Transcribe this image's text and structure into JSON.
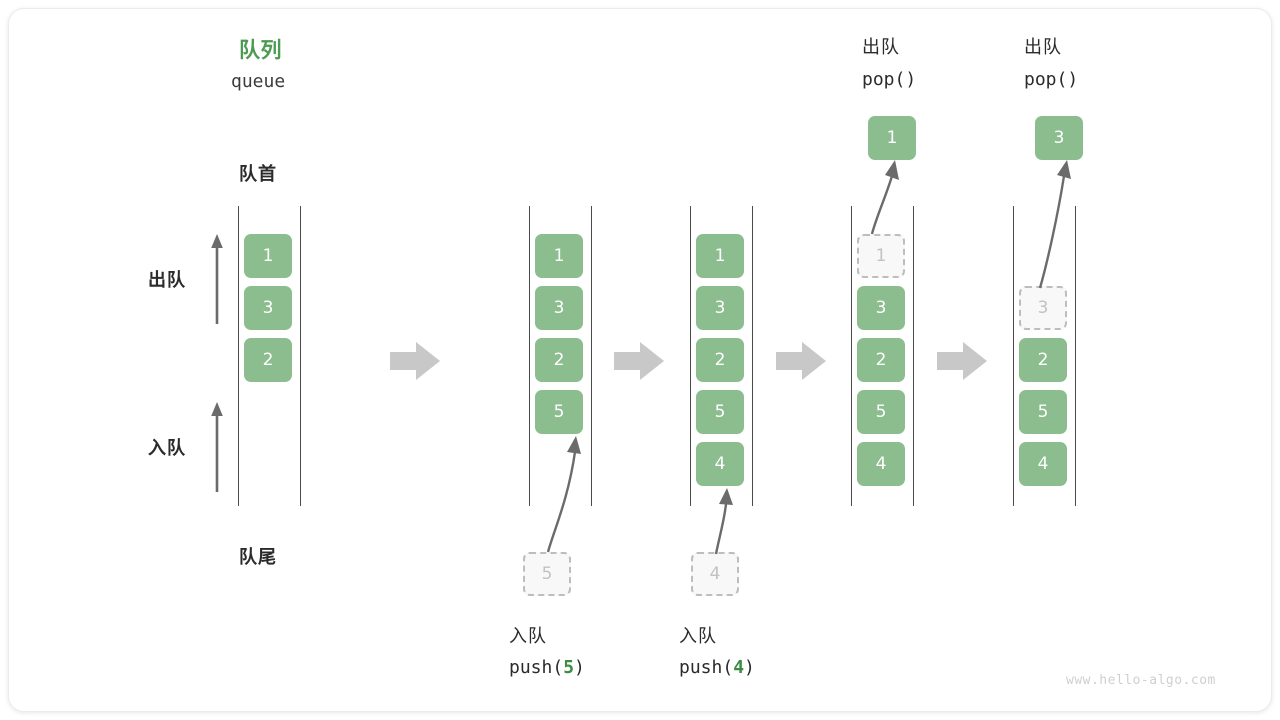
{
  "diagram": {
    "title_cn": "队列",
    "title_en": "queue",
    "front_label": "队首",
    "rear_label": "队尾",
    "dequeue_label": "出队",
    "enqueue_label": "入队",
    "watermark": "www.hello-algo.com",
    "accent_green": "#8cbd8f",
    "accent_dark_green": "#4d9a52",
    "ghost_gray": "#bdbdbd",
    "arrow_gray": "#c8c8c8"
  },
  "steps": [
    {
      "id": "initial",
      "cells": [
        "1",
        "3",
        "2"
      ],
      "ghost_in_queue": null,
      "incoming": null,
      "popped": null,
      "caption_cn": null,
      "caption_code": null,
      "caption_code_num": null,
      "op_cn": null,
      "op_code": null
    },
    {
      "id": "push-5",
      "cells": [
        "1",
        "3",
        "2",
        "5"
      ],
      "ghost_in_queue": null,
      "incoming": "5",
      "popped": null,
      "caption_cn": "入队",
      "caption_code_prefix": "push(",
      "caption_code_num": "5",
      "caption_code_suffix": ")"
    },
    {
      "id": "push-4",
      "cells": [
        "1",
        "3",
        "2",
        "5",
        "4"
      ],
      "ghost_in_queue": null,
      "incoming": "4",
      "popped": null,
      "caption_cn": "入队",
      "caption_code_prefix": "push(",
      "caption_code_num": "4",
      "caption_code_suffix": ")"
    },
    {
      "id": "pop-1",
      "cells": [
        "3",
        "2",
        "5",
        "4"
      ],
      "ghost_in_queue": "1",
      "incoming": null,
      "popped": "1",
      "op_cn": "出队",
      "op_code": "pop()"
    },
    {
      "id": "pop-3",
      "cells": [
        "2",
        "5",
        "4"
      ],
      "ghost_in_queue": "3",
      "incoming": null,
      "popped": "3",
      "op_cn": "出队",
      "op_code": "pop()"
    }
  ]
}
